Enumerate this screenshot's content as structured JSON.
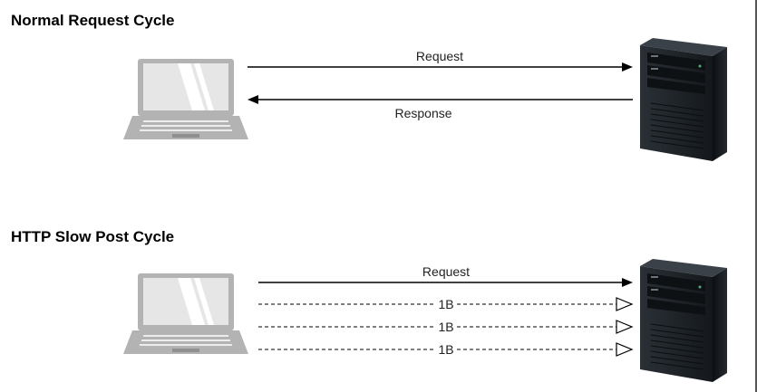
{
  "sections": [
    {
      "title": "Normal Request Cycle",
      "request_label": "Request",
      "response_label": "Response"
    },
    {
      "title": "HTTP Slow Post Cycle",
      "request_label": "Request",
      "byte_packets": [
        "1B",
        "1B",
        "1B"
      ]
    }
  ],
  "icons": {
    "client": "laptop-icon",
    "server": "server-tower-icon"
  },
  "colors": {
    "laptop_frame": "#b3b3b3",
    "laptop_screen": "#e6e6e6",
    "server_body": "#1e2328",
    "arrow": "#000000"
  }
}
